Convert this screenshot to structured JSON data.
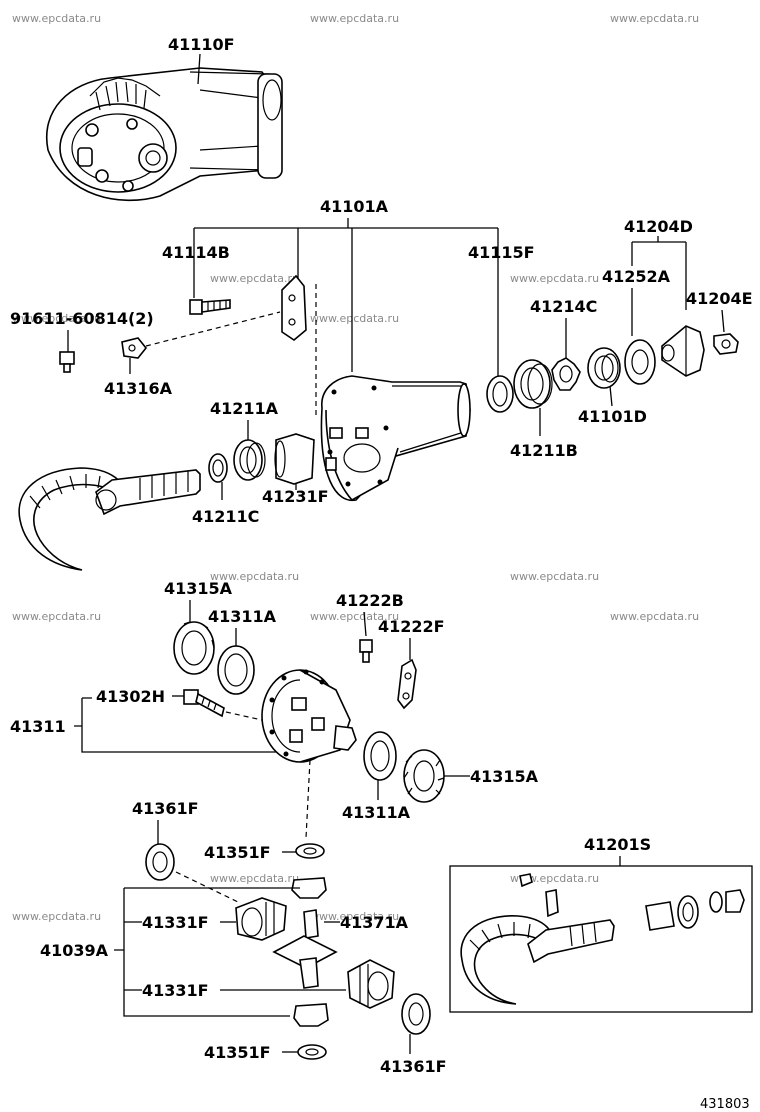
{
  "watermark": "www.epcdata.ru",
  "figure_code": "431803",
  "labels": {
    "l41110F": "41110F",
    "l41101A": "41101A",
    "l41114B": "41114B",
    "l41115F": "41115F",
    "l41204D": "41204D",
    "l41252A": "41252A",
    "l41204E": "41204E",
    "l91611": "91611-60814(2)",
    "l41214C": "41214C",
    "l41316A": "41316A",
    "l41211A": "41211A",
    "l41101D": "41101D",
    "l41211B": "41211B",
    "l41231F": "41231F",
    "l41211C": "41211C",
    "l41315A_top": "41315A",
    "l41222B": "41222B",
    "l41311A_top": "41311A",
    "l41222F": "41222F",
    "l41302H": "41302H",
    "l41311": "41311",
    "l41315A_right": "41315A",
    "l41311A_bottom": "41311A",
    "l41361F_top": "41361F",
    "l41351F_top": "41351F",
    "l41201S": "41201S",
    "l41331F_top": "41331F",
    "l41371A": "41371A",
    "l41039A": "41039A",
    "l41331F_bottom": "41331F",
    "l41351F_bottom": "41351F",
    "l41361F_bottom": "41361F"
  }
}
